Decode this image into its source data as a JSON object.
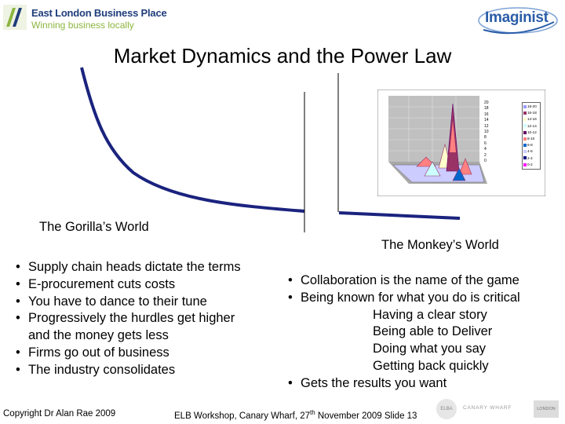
{
  "header": {
    "left_logo": {
      "name": "East London Business Place",
      "tagline": "Winning business locally"
    },
    "right_logo": {
      "name": "Imaginist"
    }
  },
  "title": "Market Dynamics and the Power Law",
  "gorilla": {
    "caption": "The Gorilla’s World",
    "bullets": [
      "Supply chain heads dictate the terms",
      "E-procurement cuts costs",
      "You have to dance to their tune",
      "Progressively the hurdles get higher",
      "and the money gets less",
      "Firms go out of business",
      "The industry consolidates"
    ]
  },
  "monkey": {
    "caption": "The Monkey’s World",
    "bullets": [
      "Collaboration is the name of the game",
      "Being known for what you do is critical"
    ],
    "sub_items": [
      "Having a clear story",
      "Being able to Deliver",
      "Doing what you say",
      "Getting back quickly"
    ],
    "last_bullet": "Gets the results you want"
  },
  "chart_thumbnail": {
    "z_ticks": [
      "20",
      "18",
      "16",
      "14",
      "12",
      "10",
      "8",
      "6",
      "4",
      "2",
      "0"
    ],
    "legend": [
      "18-20",
      "16-18",
      "14-16",
      "12-14",
      "10-12",
      "8-10",
      "6-8",
      "4-6",
      "2-4",
      "0-2"
    ],
    "colors": [
      "#9999ff",
      "#993366",
      "#ffffcc",
      "#ccffff",
      "#660066",
      "#ff8080",
      "#0066cc",
      "#ccccff",
      "#000080",
      "#ff00ff"
    ]
  },
  "footer": {
    "copyright": "Copyright Dr Alan Rae 2009",
    "event_prefix": "ELB Workshop, Canary Wharf, 27",
    "event_sup": "th",
    "event_suffix": " November 2009   Slide 13",
    "sponsor_logos": [
      "ELBA",
      "CANARY WHARF",
      "LONDON"
    ]
  },
  "colors": {
    "curve": "#1a237e",
    "divider": "#000000",
    "elbp_blue": "#1f3d7a",
    "elbp_green": "#8cb53f",
    "imaginist_blue": "#2a5da8"
  }
}
